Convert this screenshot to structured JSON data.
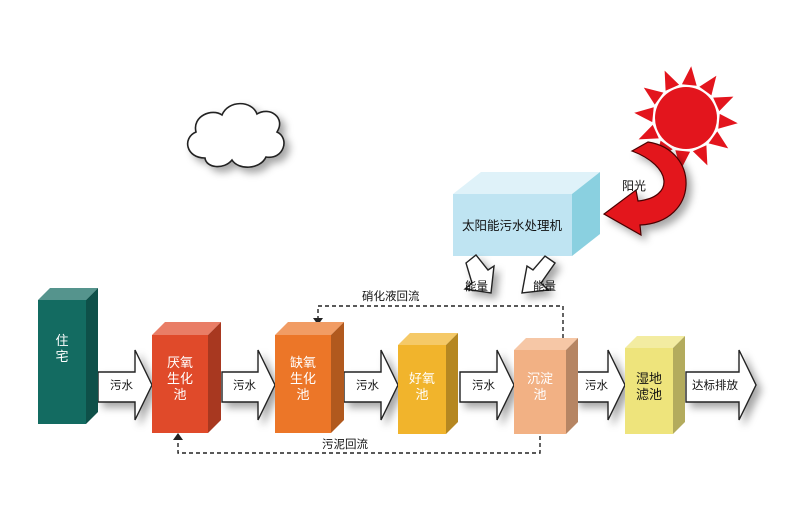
{
  "blocks": {
    "residence": "住\n宅",
    "anaerobic": "厌氧\n生化\n池",
    "anoxic": "缺氧\n生化\n池",
    "aerobic": "好氧\n池",
    "sedimentation": "沉淀\n池",
    "wetland": "湿地\n滤池",
    "solar_machine": "太阳能污水处理机"
  },
  "flow_labels": {
    "f1": "污水",
    "f2": "污水",
    "f3": "污水",
    "f4": "污水",
    "f5": "污水",
    "discharge": "达标排放"
  },
  "energy_labels": {
    "e1": "能量",
    "e2": "能量"
  },
  "sun_label": "阳光",
  "nitrate_return": "硝化液回流",
  "sludge_return": "污泥回流",
  "colors": {
    "residence": "#136b61",
    "anaerobic": "#e04a2a",
    "anoxic": "#ec7628",
    "aerobic": "#f1b42c",
    "sedimentation": "#f2b184",
    "wetland": "#eee47c",
    "solar_machine": "#bfe4f2",
    "sun": "#e3151d"
  }
}
